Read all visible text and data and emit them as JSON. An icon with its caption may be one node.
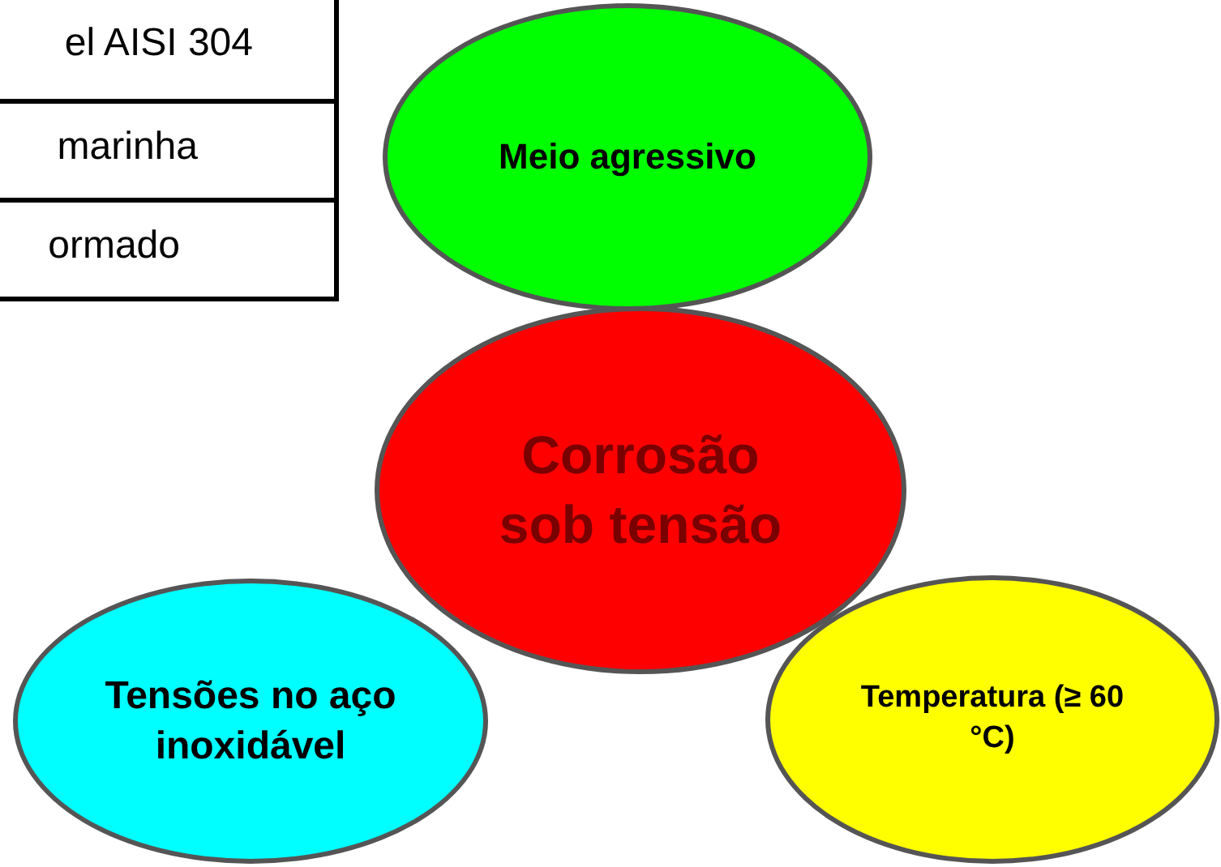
{
  "diagram": {
    "nodes": [
      {
        "text": [
          "Meio agressivo"
        ]
      },
      {
        "text": [
          "Corrosão sob tensão"
        ]
      },
      {
        "text": [
          "Tensões no aço inoxidável"
        ]
      },
      {
        "text": [
          "Temperatura (≥ 60 °C)"
        ]
      }
    ],
    "labels": [
      "el AISI 304",
      "marinha",
      "ormado"
    ]
  }
}
